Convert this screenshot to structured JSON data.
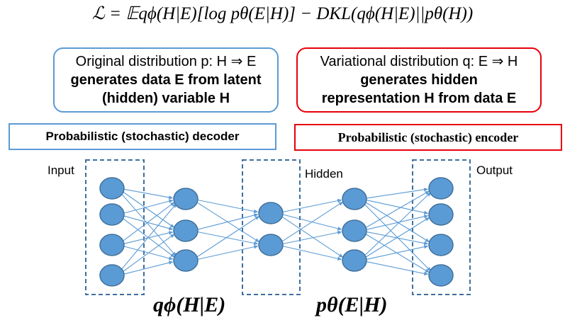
{
  "formula": "ℒ = 𝔼qϕ(H|E)[log pθ(E|H)] − DKL(qϕ(H|E)||pθ(H))",
  "original_box": {
    "line1": "Original distribution p: H ⇒ E",
    "line2": "generates data E from latent",
    "line3": "(hidden) variable H"
  },
  "variational_box": {
    "line1": "Variational distribution q: E ⇒ H",
    "line2": "generates hidden",
    "line3": "representation H from data E"
  },
  "decoder_label": "Probabilistic (stochastic) decoder",
  "encoder_label": "Probabilistic (stochastic) encoder",
  "layer_labels": {
    "input": "Input",
    "hidden": "Hidden",
    "output": "Output"
  },
  "equations": {
    "left": "qϕ(H|E)",
    "right": "pθ(E|H)"
  },
  "colors": {
    "node_fill": "#5b9bd5",
    "node_stroke": "#41719c",
    "edge": "#5b9bd5",
    "dashed": "#3f6f9f",
    "blue_border": "#5b9bd5",
    "red_border": "#e8000b"
  },
  "layers": [
    4,
    3,
    2,
    3,
    4
  ]
}
